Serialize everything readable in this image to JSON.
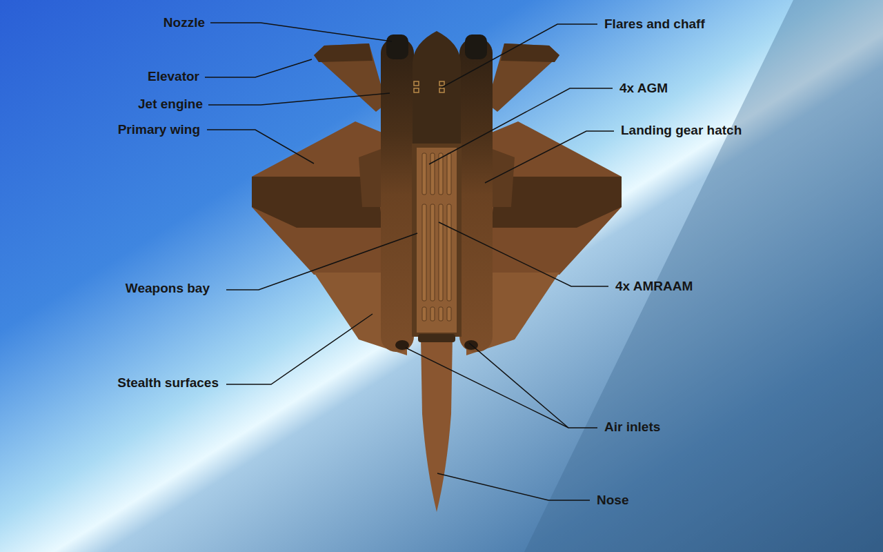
{
  "diagram": {
    "labels": [
      "Nozzle",
      "Flares and chaff",
      "Elevator",
      "4x AGM",
      "Jet engine",
      "Primary wing",
      "Landing gear hatch",
      "Weapons bay",
      "4x AMRAAM",
      "Stealth surfaces",
      "Air inlets",
      "Nose"
    ]
  }
}
